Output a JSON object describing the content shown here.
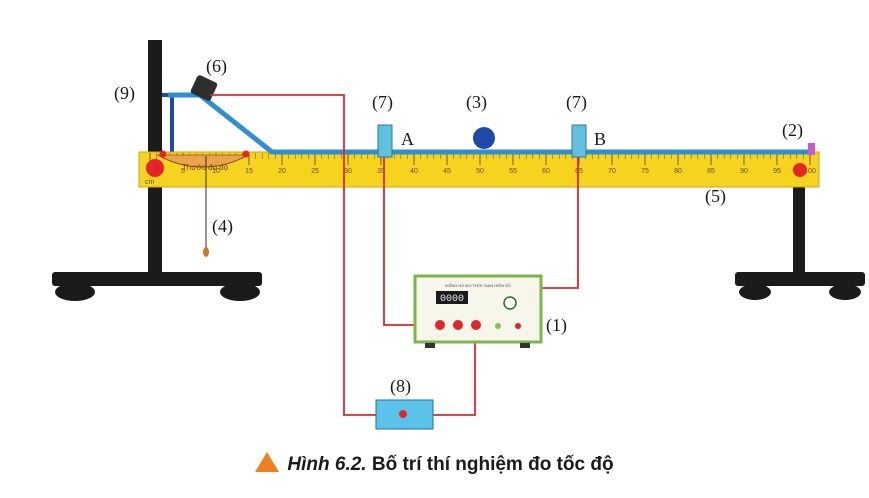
{
  "labels": {
    "n1": "(1)",
    "n2": "(2)",
    "n3": "(3)",
    "n4": "(4)",
    "n5": "(5)",
    "n6": "(6)",
    "n7a": "(7)",
    "n7b": "(7)",
    "n8": "(8)",
    "n9": "(9)",
    "gate_a": "A",
    "gate_b": "B"
  },
  "ruler": {
    "unit": "cm",
    "min": 0,
    "max": 100,
    "major_step": 5,
    "tick_labels": [
      "5",
      "10",
      "15",
      "20",
      "25",
      "30",
      "35",
      "40",
      "45",
      "50",
      "55",
      "60",
      "65",
      "70",
      "75",
      "80",
      "85",
      "90",
      "95",
      "100"
    ]
  },
  "protractor_text": "Thước đo độ",
  "timer_panel": {
    "title": "ĐỒNG HỒ ĐO THỜI GIAN HIỆN SỐ",
    "display": "0000"
  },
  "caption": {
    "figure": "Hình 6.2.",
    "text": "Bố trí thí nghiệm đo tốc độ"
  },
  "colors": {
    "track": "#2f8fd1",
    "ruler": "#f5d31f",
    "protractor": "#e9a150",
    "wire": "#e4262c",
    "stand": "#1b1b1b",
    "timer_border": "#7ab648",
    "box": "#5bc3ea",
    "ball": "#1f4aa8",
    "accent": "#f07f21"
  }
}
